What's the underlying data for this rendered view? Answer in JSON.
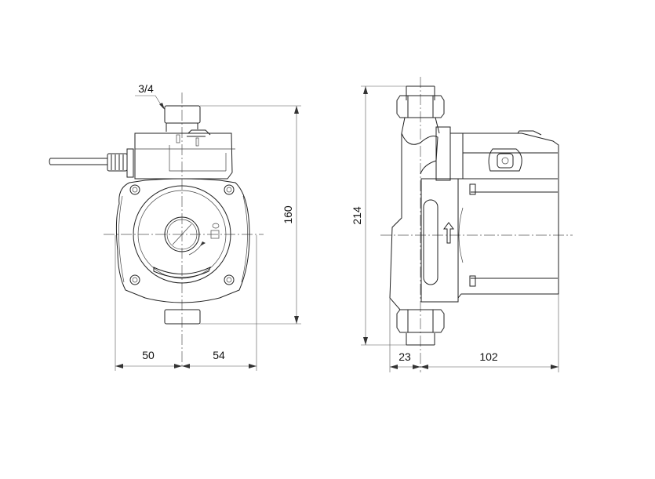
{
  "front_view": {
    "thread_label": "3/4",
    "height_dim": "160",
    "left_width_dim": "50",
    "right_width_dim": "54"
  },
  "side_view": {
    "height_dim": "214",
    "left_depth_dim": "23",
    "right_depth_dim": "102"
  }
}
